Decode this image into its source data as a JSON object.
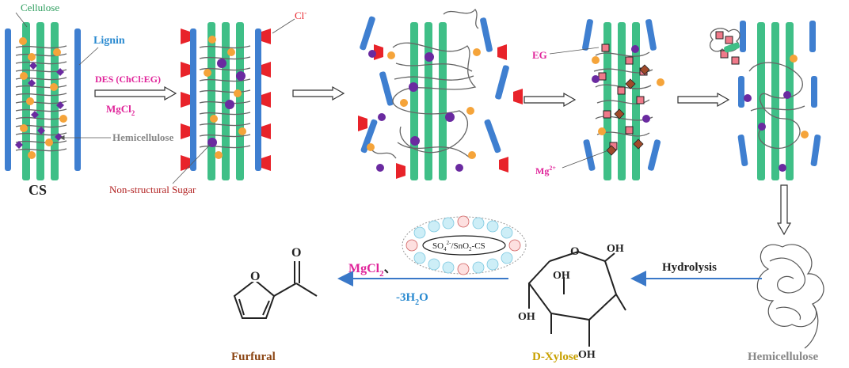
{
  "labels": {
    "cellulose": "Cellulose",
    "lignin": "Lignin",
    "hemicellulose_arrow": "Hemicellulose",
    "cs": "CS",
    "non_structural_sugar": "Non-structural Sugar",
    "des_line1": "DES (ChCl:EG)",
    "mgcl_base": "MgCl",
    "mgcl_sub": "2",
    "chloride_base": "Cl",
    "chloride_sup": "-",
    "eg": "EG",
    "mg_base": "Mg",
    "mg_sup": "2+",
    "hydrolysis": "Hydrolysis",
    "catalyst_so4": "SO",
    "catalyst_so4_sub": "4",
    "catalyst_so4_sup": "2-",
    "catalyst_rest": "/SnO",
    "catalyst_sno_sub": "2",
    "catalyst_cs": "-CS",
    "mgcl2_cat_base": "MgCl",
    "mgcl2_cat_sub": "2",
    "mgcl2_cat_sep": "、",
    "water_base": "-3H",
    "water_sub": "2",
    "water_tail": "O",
    "furfural": "Furfural",
    "d_xylose": "D-Xylose",
    "hemicellulose_product": "Hemicellulose",
    "atom_o_ring": "O",
    "atom_o_carbonyl": "O",
    "xylose_ring_o": "O",
    "xylose_oh_1": "OH",
    "xylose_oh_2": "OH",
    "xylose_oh_3": "OH",
    "xylose_oh_4": "OH"
  },
  "icons": {
    "cellulose_fiber": "green-fiber-icon",
    "lignin_bar": "blue-bar-icon",
    "hemicellulose_strand": "gray-coil-icon",
    "sugar_dot": "orange-dot-icon",
    "chloride": "red-trapezoid-icon",
    "eg_molecule": "pink-square-icon",
    "mg_ion": "brown-diamond-icon",
    "polysaccharide": "purple-dot-icon"
  },
  "colors": {
    "cellulose": "#3fbf87",
    "lignin": "#3f7fd0",
    "hemicellulose": "#888888",
    "sugar": "#f5a43a",
    "chloride": "#e8232a",
    "eg": "#f07a8a",
    "mg": "#a04a2a",
    "purple": "#6a2aa0",
    "magenta_text": "#e0249a",
    "blue_text": "#2a8ad0",
    "lignin_text": "#2a8ad0",
    "red_text": "#b22222",
    "furfural_text": "#8b4513",
    "xylose_text": "#c8a000",
    "hemi_text": "#888888",
    "arrow_blue": "#3a78c8"
  }
}
